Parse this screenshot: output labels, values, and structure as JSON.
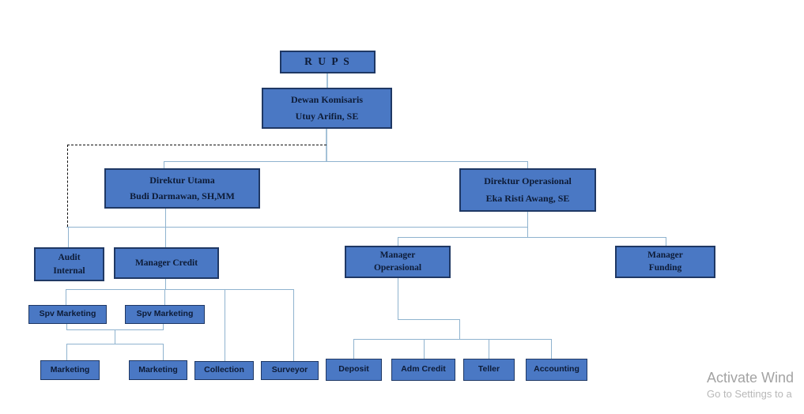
{
  "org_chart": {
    "rups": {
      "label": "R U P S"
    },
    "dewan_komisaris": {
      "title": "Dewan Komisaris",
      "name": "Utuy Arifin, SE"
    },
    "direktur_utama": {
      "title": "Direktur Utama",
      "name": "Budi Darmawan, SH,MM"
    },
    "direktur_operasional": {
      "title": "Direktur Operasional",
      "name": "Eka Risti Awang, SE"
    },
    "audit_internal": {
      "line1": "Audit",
      "line2": "Internal"
    },
    "manager_credit": {
      "label": "Manager Credit"
    },
    "manager_operasional": {
      "line1": "Manager",
      "line2": "Operasional"
    },
    "manager_funding": {
      "line1": "Manager",
      "line2": "Funding"
    },
    "spv_marketing_1": {
      "label": "Spv Marketing"
    },
    "spv_marketing_2": {
      "label": "Spv Marketing"
    },
    "marketing_1": {
      "label": "Marketing"
    },
    "marketing_2": {
      "label": "Marketing"
    },
    "collection": {
      "label": "Collection"
    },
    "surveyor": {
      "label": "Surveyor"
    },
    "deposit": {
      "label": "Deposit"
    },
    "adm_credit": {
      "label": "Adm Credit"
    },
    "teller": {
      "label": "Teller"
    },
    "accounting": {
      "label": "Accounting"
    }
  },
  "watermark": {
    "line1": "Activate Wind",
    "line2": "Go to Settings to a"
  },
  "colors": {
    "box_fill": "#4a78c4",
    "box_border": "#1f3864",
    "box_text": "#0d1b36",
    "connector": "#8fb3cf",
    "dashed_line": "#111111",
    "watermark_primary": "#a3a3a3",
    "watermark_secondary": "#b8b8b8"
  }
}
